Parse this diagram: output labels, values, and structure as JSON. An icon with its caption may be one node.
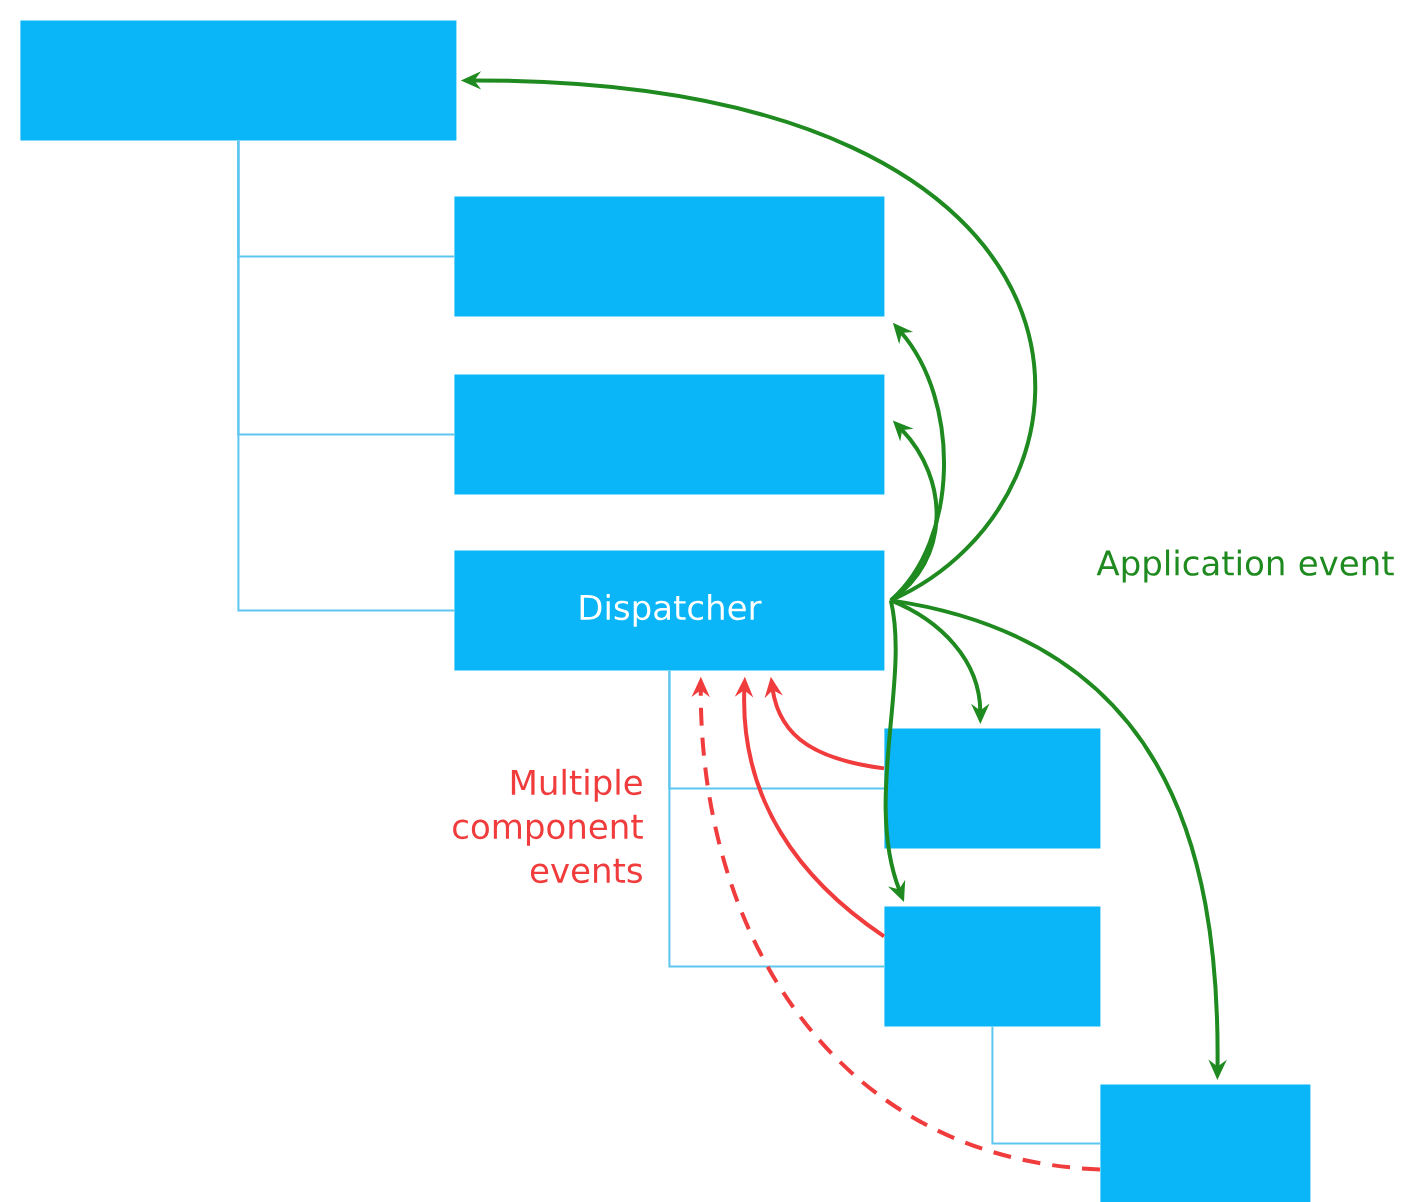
{
  "diagram": {
    "nodes": [
      {
        "text": [],
        "shape": "box"
      },
      {
        "text": [],
        "shape": "box"
      },
      {
        "text": [],
        "shape": "box"
      },
      {
        "text": [
          "Dispatcher"
        ]
      },
      {
        "text": [],
        "shape": "box"
      },
      {
        "text": [],
        "shape": "box"
      },
      {
        "text": [],
        "shape": "box"
      }
    ],
    "edges": [
      {
        "from": 0,
        "to": 1,
        "arrow": "none",
        "color": "#5cc6f0"
      },
      {
        "from": 0,
        "to": 2,
        "arrow": "none",
        "color": "#5cc6f0"
      },
      {
        "from": 0,
        "to": 3,
        "arrow": "none",
        "color": "#5cc6f0"
      },
      {
        "from": 3,
        "to": 4,
        "arrow": "none",
        "color": "#5cc6f0"
      },
      {
        "from": 3,
        "to": 5,
        "arrow": "none",
        "color": "#5cc6f0"
      },
      {
        "from": 5,
        "to": 6,
        "arrow": "none",
        "color": "#5cc6f0"
      },
      {
        "from": 3,
        "to": 0,
        "arrow": "to",
        "color": "#1f8a1f"
      },
      {
        "from": 3,
        "to": 1,
        "arrow": "to",
        "color": "#1f8a1f"
      },
      {
        "from": 3,
        "to": 2,
        "arrow": "to",
        "color": "#1f8a1f"
      },
      {
        "from": 3,
        "to": 4,
        "arrow": "to",
        "color": "#1f8a1f"
      },
      {
        "from": 3,
        "to": 5,
        "arrow": "to",
        "color": "#1f8a1f"
      },
      {
        "from": 3,
        "to": 6,
        "arrow": "to",
        "color": "#1f8a1f"
      },
      {
        "from": 4,
        "to": 3,
        "arrow": "to",
        "color": "#f03c3c"
      },
      {
        "from": 5,
        "to": 3,
        "arrow": "to",
        "color": "#f03c3c"
      },
      {
        "from": 6,
        "to": 3,
        "arrow": "to",
        "style": "dashed",
        "color": "#f03c3c"
      }
    ],
    "labels": [
      "Application event",
      "Multiple component events"
    ]
  }
}
